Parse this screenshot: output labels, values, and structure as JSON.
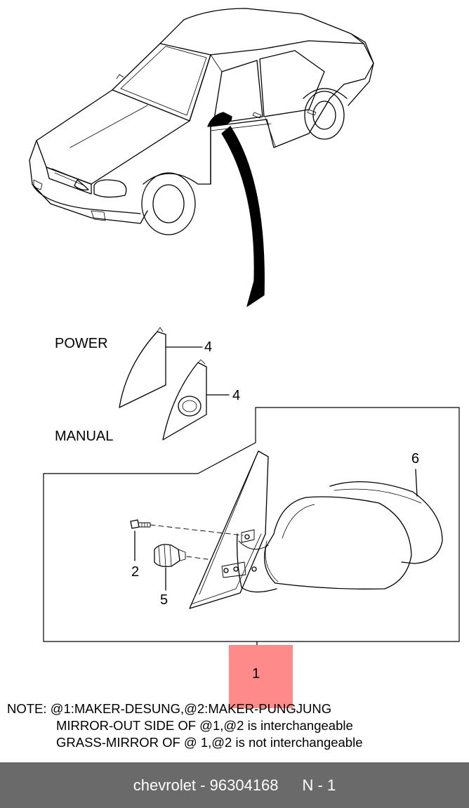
{
  "labels": {
    "power": "POWER",
    "manual": "MANUAL",
    "part_4a": "4",
    "part_4b": "4",
    "part_6": "6",
    "part_2": "2",
    "part_5": "5",
    "part_1": "1"
  },
  "note": {
    "line1": "NOTE:  @1:MAKER-DESUNG,@2:MAKER-PUNGJUNG",
    "line2": "MIRROR-OUT SIDE OF @1,@2 is interchangeable",
    "line3": "GRASS-MIRROR OF @ 1,@2 is not interchangeable"
  },
  "footer": {
    "brand": "chevrolet",
    "separator": " - ",
    "part_number": "96304168",
    "page": "N - 1"
  },
  "colors": {
    "highlight": "#ff8a8a",
    "footer_bg": "#6a6a6a",
    "footer_text": "#ffffff"
  }
}
